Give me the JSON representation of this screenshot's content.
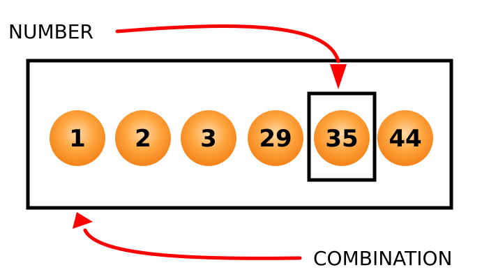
{
  "labels": {
    "number": "NUMBER",
    "combination": "COMBINATION"
  },
  "balls": [
    "1",
    "2",
    "3",
    "29",
    "35",
    "44"
  ],
  "highlighted_ball_index": 4,
  "colors": {
    "ball_light": "#ffd9a6",
    "ball_mid": "#ffa640",
    "ball_dark": "#f5861c",
    "arrow": "#ff0000",
    "frame": "#000000"
  }
}
